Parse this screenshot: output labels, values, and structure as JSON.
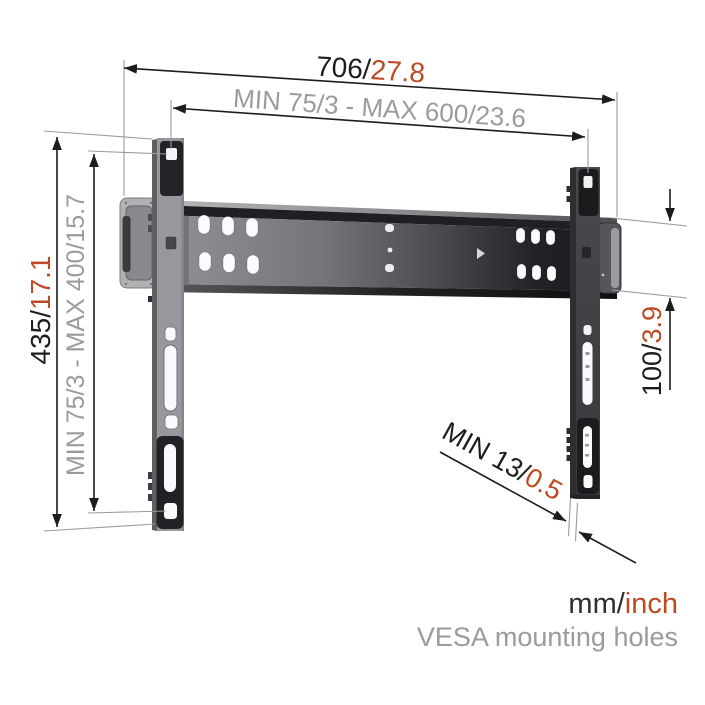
{
  "colors": {
    "ink": "#1d1d1b",
    "muted": "#9b9b9b",
    "accent": "#bc4a22"
  },
  "dimensions": {
    "overall_width": {
      "mm": "706/",
      "inch": "27.8"
    },
    "vesa_width": {
      "label": "MIN 75/3 - MAX 600/23.6"
    },
    "overall_height": {
      "mm": "435/",
      "inch": "17.1"
    },
    "vesa_height": {
      "label": "MIN 75/3 - MAX 400/15.7"
    },
    "rail_height": {
      "mm": "100/",
      "inch": "3.9"
    },
    "wall_clearance": {
      "mm": "MIN 13/",
      "inch": "0.5"
    }
  },
  "legend": {
    "units_mm": "mm/",
    "units_inch": "inch",
    "caption": "VESA mounting holes"
  }
}
